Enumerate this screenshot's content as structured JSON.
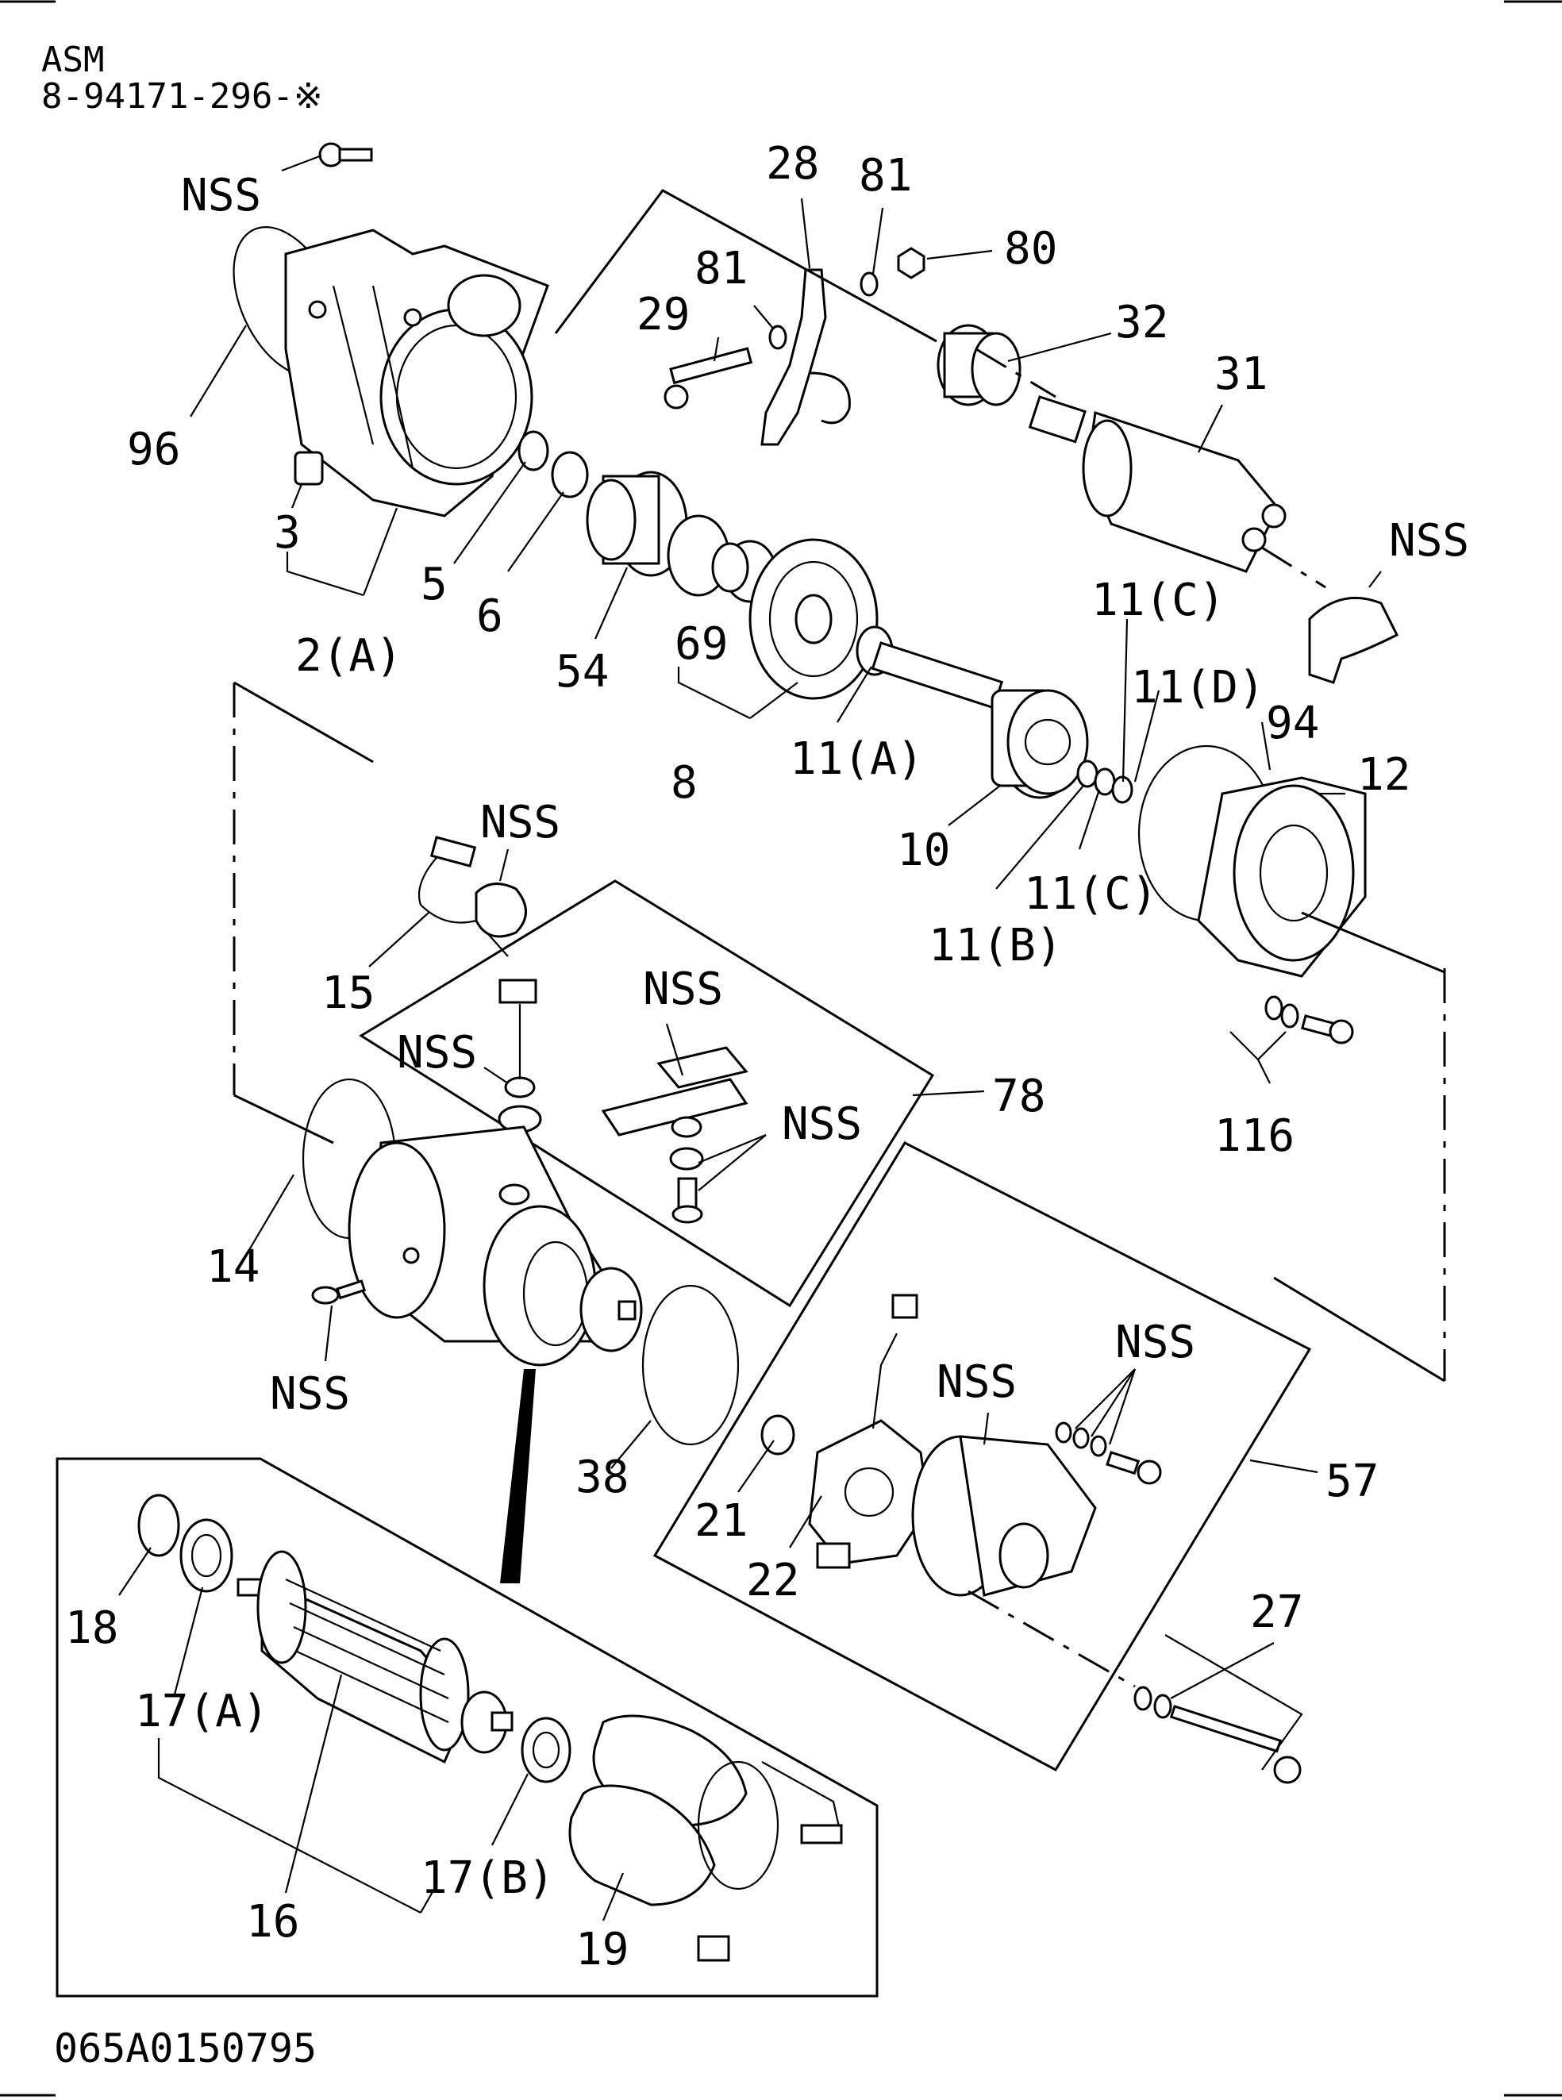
{
  "header": {
    "line1": "ASM",
    "line2": "8-94171-296-※"
  },
  "footer": {
    "drawing_number": "065A0150795"
  },
  "callouts": {
    "c_nss_a": "NSS",
    "c_28": "28",
    "c_81_a": "81",
    "c_80": "80",
    "c_81_b": "81",
    "c_29": "29",
    "c_32": "32",
    "c_31": "31",
    "c_96": "96",
    "c_3": "3",
    "c_5": "5",
    "c_6": "6",
    "c_2a": "2(A)",
    "c_54": "54",
    "c_69": "69",
    "c_8": "8",
    "c_11a": "11(A)",
    "c_nss_b": "NSS",
    "c_11c_a": "11(C)",
    "c_11d": "11(D)",
    "c_94": "94",
    "c_12": "12",
    "c_10": "10",
    "c_11c_b": "11(C)",
    "c_11b": "11(B)",
    "c_nss_c": "NSS",
    "c_15": "15",
    "c_nss_d": "NSS",
    "c_nss_e": "NSS",
    "c_nss_f": "NSS",
    "c_78": "78",
    "c_116": "116",
    "c_14": "14",
    "c_nss_g": "NSS",
    "c_38": "38",
    "c_nss_h": "NSS",
    "c_nss_i": "NSS",
    "c_57": "57",
    "c_21": "21",
    "c_22": "22",
    "c_27": "27",
    "c_18": "18",
    "c_17a": "17(A)",
    "c_17b": "17(B)",
    "c_16": "16",
    "c_19": "19"
  }
}
